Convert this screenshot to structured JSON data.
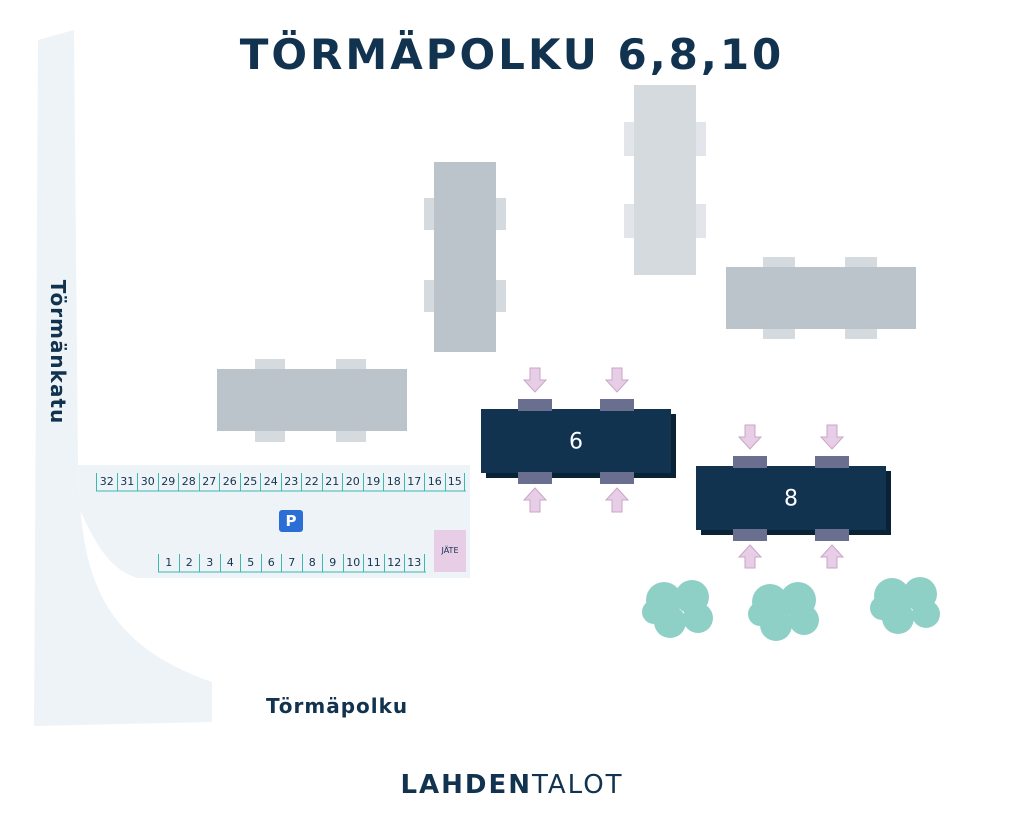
{
  "title": "TÖRMÄPOLKU 6,8,10",
  "streets": {
    "vertical": "Törmänkatu",
    "horizontal": "Törmäpolku"
  },
  "parking": {
    "sign": "P",
    "top_row": [
      "32",
      "31",
      "30",
      "29",
      "28",
      "27",
      "26",
      "25",
      "24",
      "23",
      "22",
      "21",
      "20",
      "19",
      "18",
      "17",
      "16",
      "15"
    ],
    "bottom_row": [
      "1",
      "2",
      "3",
      "4",
      "5",
      "6",
      "7",
      "8",
      "9",
      "10",
      "11",
      "12",
      "13"
    ],
    "waste_label": "JÄTE"
  },
  "buildings": {
    "six": "6",
    "eight": "8"
  },
  "logo": {
    "bold": "LAHDEN",
    "light": "TALOT"
  },
  "colors": {
    "navy": "#12334f",
    "road": "#eef3f8",
    "building_gray": "#bcc4cb",
    "building_light": "#d5dadf",
    "entrance_arrow": "#e8cde6",
    "tree": "#8fd0c6",
    "parking_line": "#3bb8b0",
    "parking_sign": "#2b6fd6"
  }
}
